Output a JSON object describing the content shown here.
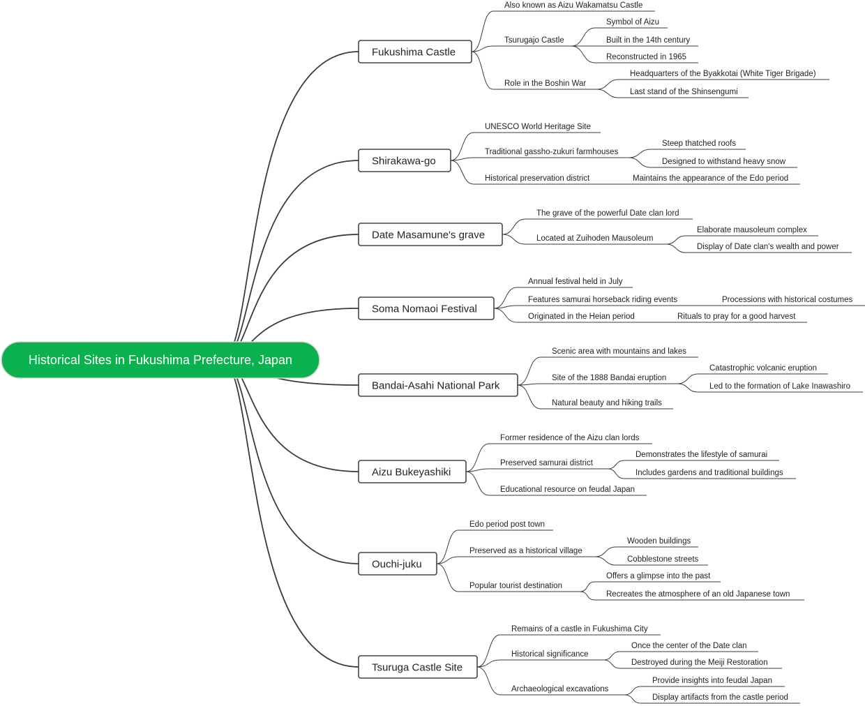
{
  "root": {
    "label": "Historical Sites in Fukushima Prefecture, Japan",
    "color": "#0bb04f"
  },
  "line_color": "#3b3b3b",
  "branches": [
    {
      "label": "Fukushima Castle",
      "children": [
        {
          "label": "Also known as Aizu Wakamatsu Castle"
        },
        {
          "label": "Tsurugajo Castle",
          "children": [
            {
              "label": "Symbol of Aizu"
            },
            {
              "label": "Built in the 14th century"
            },
            {
              "label": "Reconstructed in 1965"
            }
          ]
        },
        {
          "label": "Role in the Boshin War",
          "children": [
            {
              "label": "Headquarters of the Byakkotai (White Tiger Brigade)"
            },
            {
              "label": "Last stand of the Shinsengumi"
            }
          ]
        }
      ]
    },
    {
      "label": "Shirakawa-go",
      "children": [
        {
          "label": "UNESCO World Heritage Site"
        },
        {
          "label": "Traditional gassho-zukuri farmhouses",
          "children": [
            {
              "label": "Steep thatched roofs"
            },
            {
              "label": "Designed to withstand heavy snow"
            }
          ]
        },
        {
          "label": "Historical preservation district",
          "children": [
            {
              "label": "Maintains the appearance of the Edo period"
            }
          ]
        }
      ]
    },
    {
      "label": "Date Masamune's grave",
      "children": [
        {
          "label": "The grave of the powerful Date clan lord"
        },
        {
          "label": "Located at Zuihoden Mausoleum",
          "children": [
            {
              "label": "Elaborate mausoleum complex"
            },
            {
              "label": "Display of Date clan's wealth and power"
            }
          ]
        }
      ]
    },
    {
      "label": "Soma Nomaoi Festival",
      "children": [
        {
          "label": "Annual festival held in July"
        },
        {
          "label": "Features samurai horseback riding events",
          "children": [
            {
              "label": "Processions with historical costumes"
            }
          ]
        },
        {
          "label": "Originated in the Heian period",
          "children": [
            {
              "label": "Rituals to pray for a good harvest"
            }
          ]
        }
      ]
    },
    {
      "label": "Bandai-Asahi National Park",
      "children": [
        {
          "label": "Scenic area with mountains and lakes"
        },
        {
          "label": "Site of the 1888 Bandai eruption",
          "children": [
            {
              "label": "Catastrophic volcanic eruption"
            },
            {
              "label": "Led to the formation of Lake Inawashiro"
            }
          ]
        },
        {
          "label": "Natural beauty and hiking trails"
        }
      ]
    },
    {
      "label": "Aizu Bukeyashiki",
      "children": [
        {
          "label": "Former residence of the Aizu clan lords"
        },
        {
          "label": "Preserved samurai district",
          "children": [
            {
              "label": "Demonstrates the lifestyle of samurai"
            },
            {
              "label": "Includes gardens and traditional buildings"
            }
          ]
        },
        {
          "label": "Educational resource on feudal Japan"
        }
      ]
    },
    {
      "label": "Ouchi-juku",
      "children": [
        {
          "label": "Edo period post town"
        },
        {
          "label": "Preserved as a historical village",
          "children": [
            {
              "label": "Wooden buildings"
            },
            {
              "label": "Cobblestone streets"
            }
          ]
        },
        {
          "label": "Popular tourist destination",
          "children": [
            {
              "label": "Offers a glimpse into the past"
            },
            {
              "label": "Recreates the atmosphere of an old Japanese town"
            }
          ]
        }
      ]
    },
    {
      "label": "Tsuruga Castle Site",
      "children": [
        {
          "label": "Remains of a castle in Fukushima City"
        },
        {
          "label": "Historical significance",
          "children": [
            {
              "label": "Once the center of the Date clan"
            },
            {
              "label": "Destroyed during the Meiji Restoration"
            }
          ]
        },
        {
          "label": "Archaeological excavations",
          "children": [
            {
              "label": "Provide insights into feudal Japan"
            },
            {
              "label": "Display artifacts from the castle period"
            }
          ]
        }
      ]
    }
  ]
}
